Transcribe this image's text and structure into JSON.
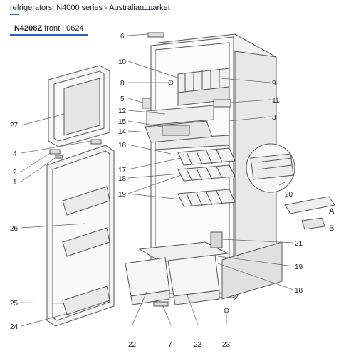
{
  "header": {
    "title": "refrigerators| N4000 series - Australian market",
    "model_code": "N4208Z",
    "model_suffix": " front | 0624"
  },
  "colors": {
    "accent_line": "#2a66b8",
    "line_art": "#555555"
  },
  "callouts": {
    "c1": "1",
    "c2": "2",
    "c3": "3",
    "c4": "4",
    "c5": "5",
    "c6": "6",
    "c7": "7",
    "c8": "8",
    "c9": "9",
    "c10": "10",
    "c11": "11",
    "c12": "12",
    "c14": "14",
    "c15": "15",
    "c16": "16",
    "c17": "17",
    "c18a": "18",
    "c18b": "18",
    "c19a": "19",
    "c19b": "19",
    "c20": "20",
    "c21": "21",
    "c22a": "22",
    "c22b": "22",
    "c23": "23",
    "c24": "24",
    "c25": "25",
    "c26": "26",
    "c27": "27",
    "cA": "A",
    "cB": "B"
  }
}
